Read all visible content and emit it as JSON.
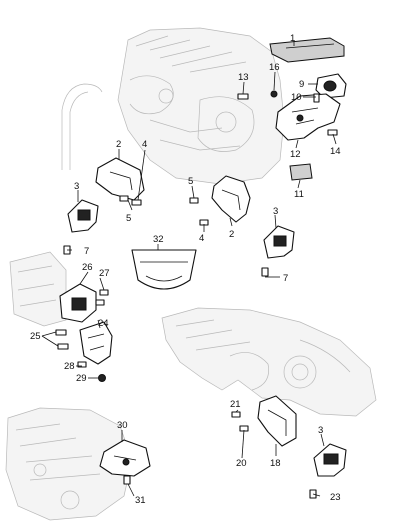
{
  "diagram": {
    "labels": [
      {
        "id": "1",
        "text": "1"
      },
      {
        "id": "2a",
        "text": "2"
      },
      {
        "id": "2b",
        "text": "2"
      },
      {
        "id": "3a",
        "text": "3"
      },
      {
        "id": "3b",
        "text": "3"
      },
      {
        "id": "3c",
        "text": "3"
      },
      {
        "id": "4a",
        "text": "4"
      },
      {
        "id": "4b",
        "text": "4"
      },
      {
        "id": "5a",
        "text": "5"
      },
      {
        "id": "5b",
        "text": "5"
      },
      {
        "id": "7a",
        "text": "7"
      },
      {
        "id": "7b",
        "text": "7"
      },
      {
        "id": "9",
        "text": "9"
      },
      {
        "id": "10",
        "text": "10"
      },
      {
        "id": "11",
        "text": "11"
      },
      {
        "id": "12",
        "text": "12"
      },
      {
        "id": "13",
        "text": "13"
      },
      {
        "id": "14",
        "text": "14"
      },
      {
        "id": "16",
        "text": "16"
      },
      {
        "id": "18",
        "text": "18"
      },
      {
        "id": "20",
        "text": "20"
      },
      {
        "id": "21",
        "text": "21"
      },
      {
        "id": "23",
        "text": "23"
      },
      {
        "id": "24",
        "text": "24"
      },
      {
        "id": "25",
        "text": "25"
      },
      {
        "id": "26",
        "text": "26"
      },
      {
        "id": "27",
        "text": "27"
      },
      {
        "id": "28",
        "text": "28"
      },
      {
        "id": "29",
        "text": "29"
      },
      {
        "id": "30",
        "text": "30"
      },
      {
        "id": "31",
        "text": "31"
      },
      {
        "id": "32",
        "text": "32"
      }
    ]
  }
}
